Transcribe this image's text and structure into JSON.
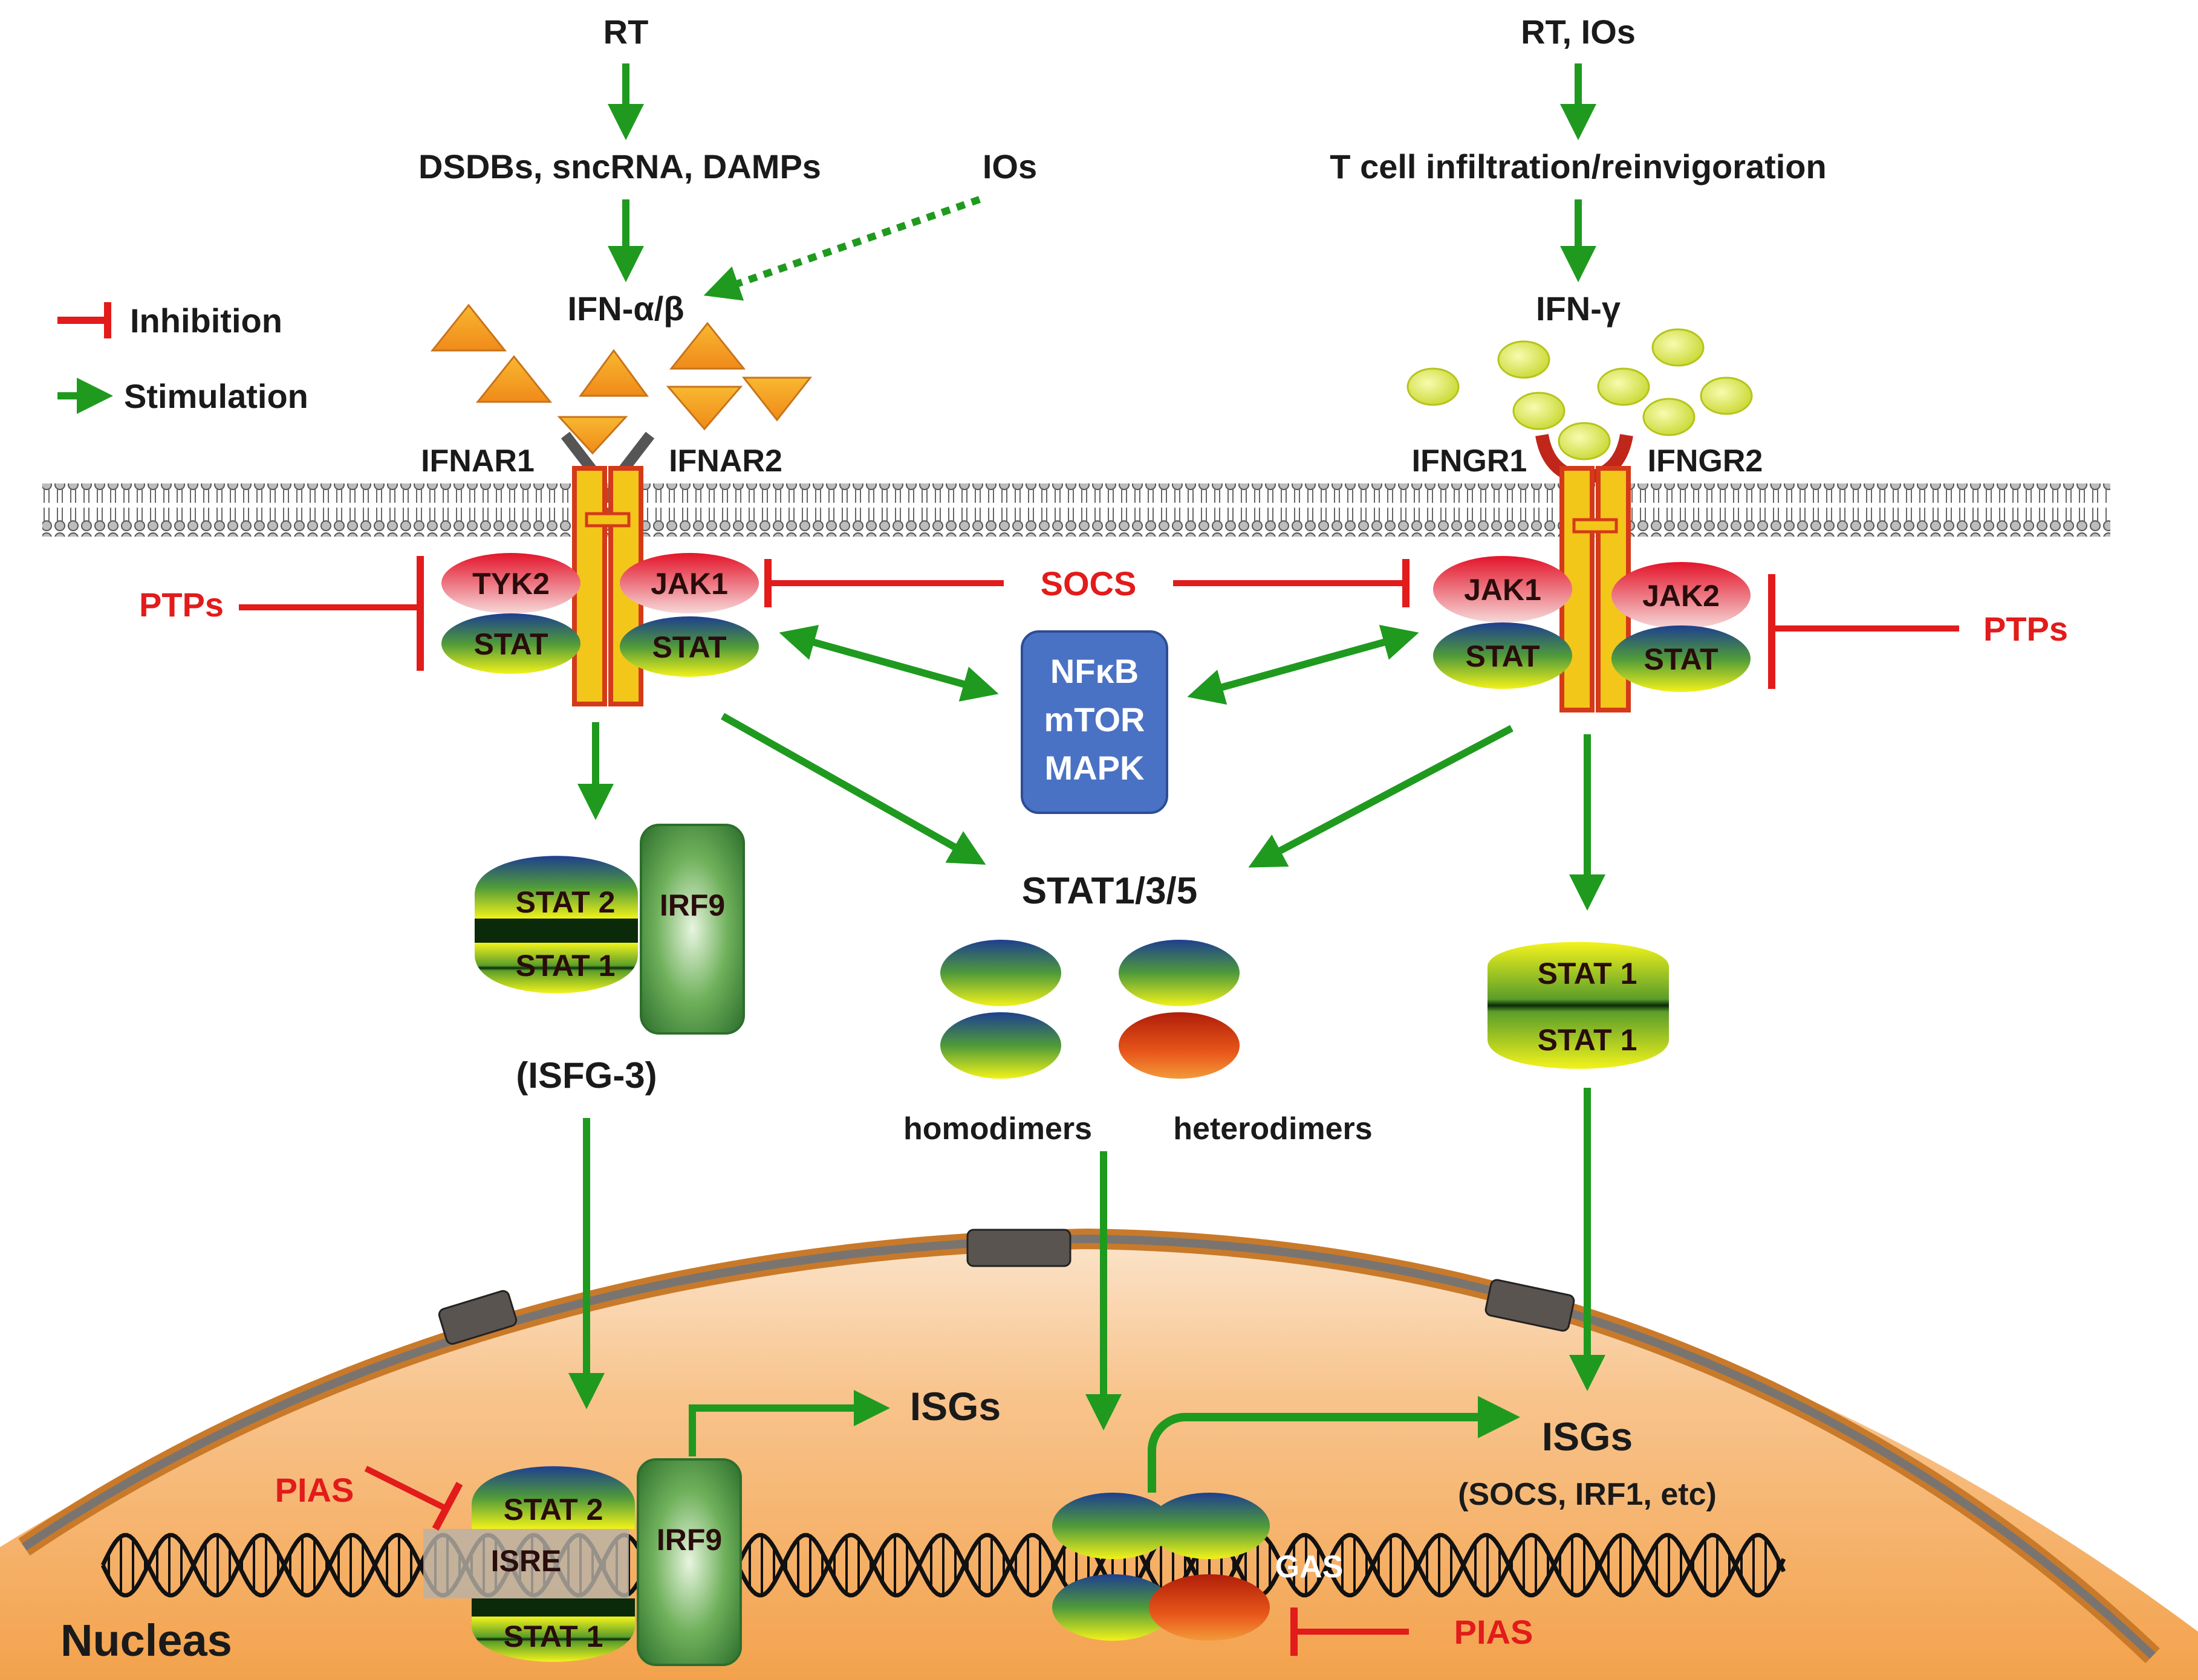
{
  "legend": {
    "inhibition": "Inhibition",
    "stimulation": "Stimulation"
  },
  "left_pathway": {
    "trigger": "RT",
    "damage_signals": "DSDBs, sncRNA, DAMPs",
    "ios": "IOs",
    "ligand": "IFN-α/β",
    "receptor1": "IFNAR1",
    "receptor2": "IFNAR2",
    "kinase1": "TYK2",
    "kinase2": "JAK1",
    "stat_a": "STAT",
    "stat_b": "STAT",
    "ptps": "PTPs",
    "complex_stat2": "STAT 2",
    "complex_stat1": "STAT 1",
    "complex_irf9": "IRF9",
    "complex_name": "(ISFG-3)"
  },
  "right_pathway": {
    "trigger": "RT, IOs",
    "tcell": "T cell infiltration/reinvigoration",
    "ligand": "IFN-γ",
    "receptor1": "IFNGR1",
    "receptor2": "IFNGR2",
    "kinase1": "JAK1",
    "kinase2": "JAK2",
    "stat_a": "STAT",
    "stat_b": "STAT",
    "ptps": "PTPs",
    "dimer_top": "STAT 1",
    "dimer_bottom": "STAT 1"
  },
  "center": {
    "socs": "SOCS",
    "box_line1": "NFκB",
    "box_line2": "mTOR",
    "box_line3": "MAPK",
    "stat_label": "STAT1/3/5",
    "homodimers": "homodimers",
    "heterodimers": "heterodimers"
  },
  "nucleus": {
    "label": "Nucleas",
    "pias_left": "PIAS",
    "pias_right": "PIAS",
    "isre": "ISRE",
    "stat2": "STAT 2",
    "stat1": "STAT 1",
    "irf9": "IRF9",
    "isgs_left": "ISGs",
    "isgs_right": "ISGs",
    "isgs_right_note": "(SOCS, IRF1, etc)",
    "gas": "GAS"
  },
  "colors": {
    "stimulation": "#1f9a1f",
    "inhibition": "#e21b1b",
    "nucleus_fill": "#f7b36a",
    "signaling_box": "#4a72c4",
    "irf9": "#3a8a3a"
  }
}
